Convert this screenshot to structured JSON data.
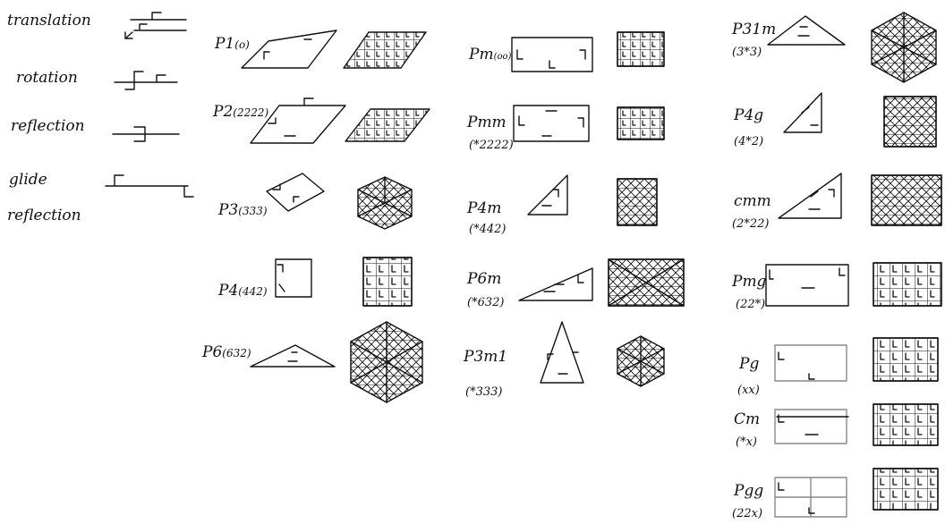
{
  "legend": {
    "translation": "translation",
    "rotation": "rotation",
    "reflection": "reflection",
    "glide": "glide",
    "glide_reflection": "reflection"
  },
  "groups": {
    "p1": {
      "name": "P1",
      "notation": "(o)"
    },
    "p2": {
      "name": "P2",
      "notation": "(2222)"
    },
    "p3": {
      "name": "P3",
      "notation": "(333)"
    },
    "p4": {
      "name": "P4",
      "notation": "(442)"
    },
    "p6": {
      "name": "P6",
      "notation": "(632)"
    },
    "pm": {
      "name": "Pm",
      "notation": "(oo)"
    },
    "pmm": {
      "name": "Pmm",
      "notation": "(*2222)"
    },
    "p4m": {
      "name": "P4m",
      "notation": "(*442)"
    },
    "p6m": {
      "name": "P6m",
      "notation": "(*632)"
    },
    "p3m1": {
      "name": "P3m1",
      "notation": "(*333)"
    },
    "p31m": {
      "name": "P31m",
      "notation": "(3*3)"
    },
    "p4g": {
      "name": "P4g",
      "notation": "(4*2)"
    },
    "cmm": {
      "name": "cmm",
      "notation": "(2*22)"
    },
    "pmg": {
      "name": "Pmg",
      "notation": "(22*)"
    },
    "pg": {
      "name": "Pg",
      "notation": "(xx)"
    },
    "cm": {
      "name": "Cm",
      "notation": "(*x)"
    },
    "pgg": {
      "name": "Pgg",
      "notation": "(22x)"
    }
  }
}
